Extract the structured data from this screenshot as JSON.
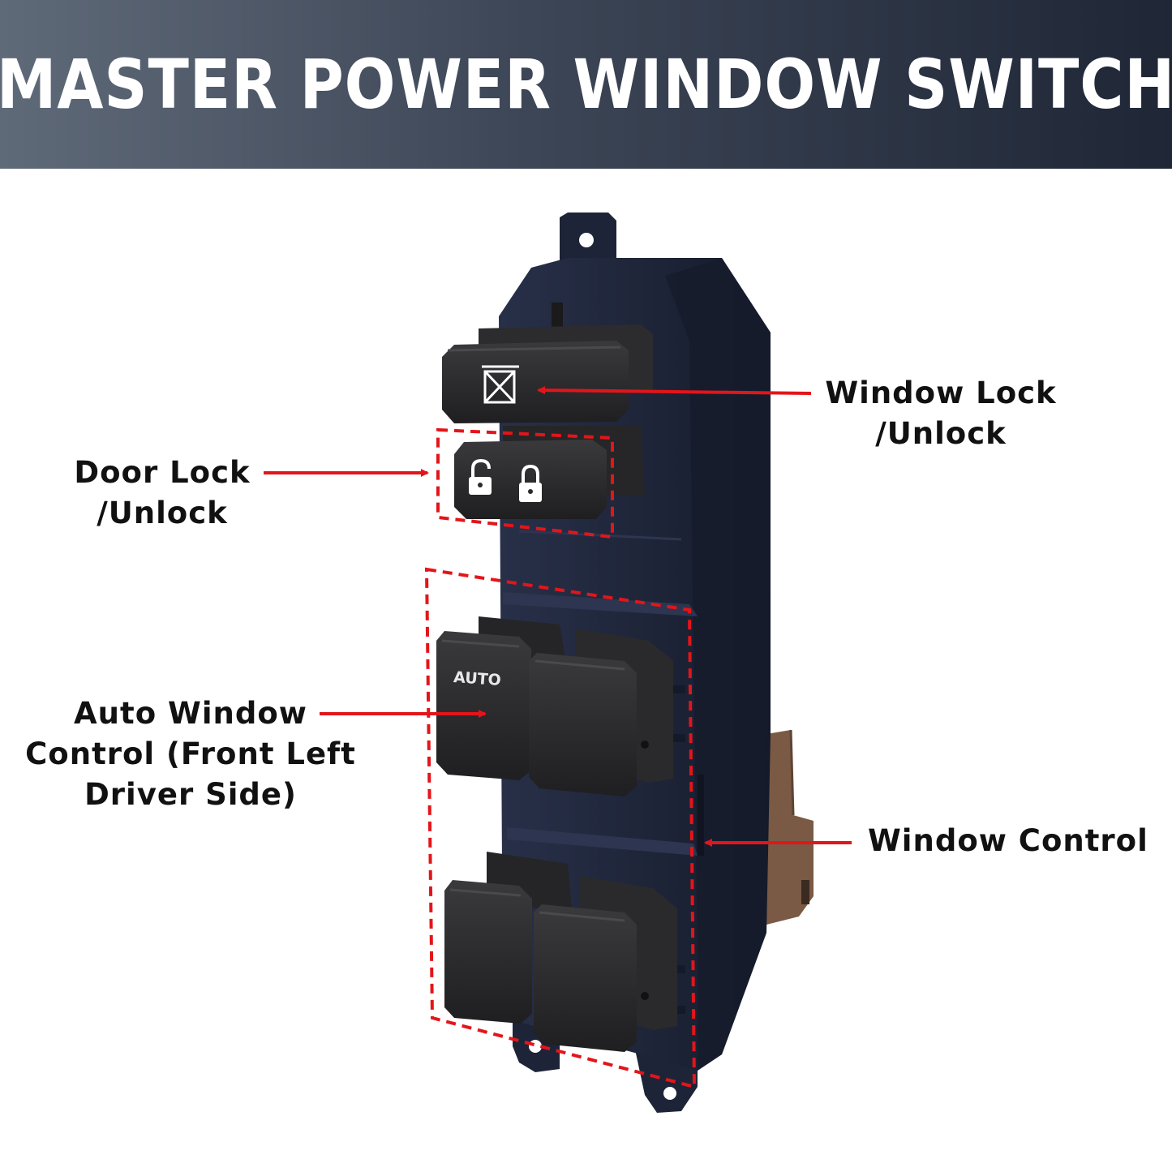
{
  "header": {
    "title": "MASTER POWER WINDOW SWITCH"
  },
  "product": {
    "auto_button_text": "AUTO"
  },
  "callouts": {
    "window_lock": {
      "line1": "Window Lock",
      "line2": "/Unlock"
    },
    "door_lock": {
      "line1": "Door Lock",
      "line2": "/Unlock"
    },
    "auto_window": {
      "line1": "Auto Window",
      "line2": "Control (Front Left",
      "line3": "Driver Side)"
    },
    "window_control": {
      "line1": "Window Control"
    }
  },
  "colors": {
    "banner_dark": "#1f2737",
    "banner_light": "#5f6a79",
    "housing": "#1d2437",
    "button": "#2a2a2c",
    "connector": "#7a5a44",
    "callout_red": "#e3151a"
  }
}
